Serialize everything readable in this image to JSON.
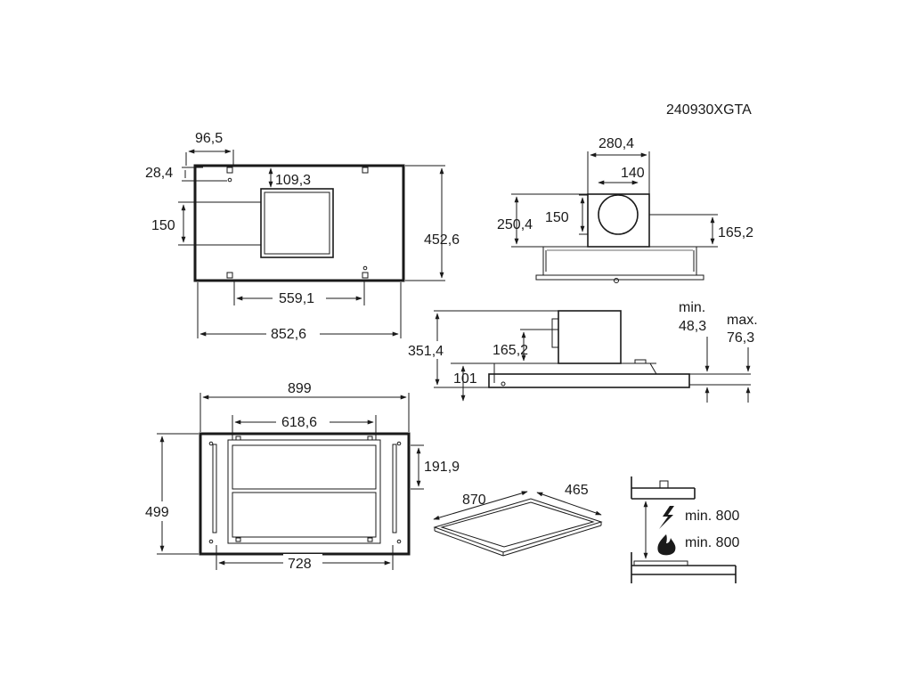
{
  "model_code": "240930XGTA",
  "top_view": {
    "offset_x": "96,5",
    "offset_y": "28,4",
    "duct_offset": "109,3",
    "duct_height": "150",
    "depth": "452,6",
    "inner_width": "559,1",
    "width": "852,6"
  },
  "side_view": {
    "motor_width": "280,4",
    "outlet_diameter": "140",
    "outlet_height": "150",
    "overall_height": "250,4",
    "outlet_offset": "165,2"
  },
  "section_view": {
    "total_height": "351,4",
    "motor_height": "165,2",
    "panel_height": "101",
    "min_label": "min.",
    "min_value": "48,3",
    "max_label": "max.",
    "max_value": "76,3"
  },
  "cutout_view": {
    "outer_width": "899",
    "inner_width": "618,6",
    "height": "499",
    "strip_height": "191,9",
    "bottom_width": "728"
  },
  "iso_view": {
    "length": "870",
    "depth": "465"
  },
  "clearance": {
    "electric_label": "min. 800",
    "gas_label": "min. 800"
  },
  "colors": {
    "line": "#1a1a1a",
    "secondary": "#6b6b6b",
    "background": "#ffffff"
  }
}
